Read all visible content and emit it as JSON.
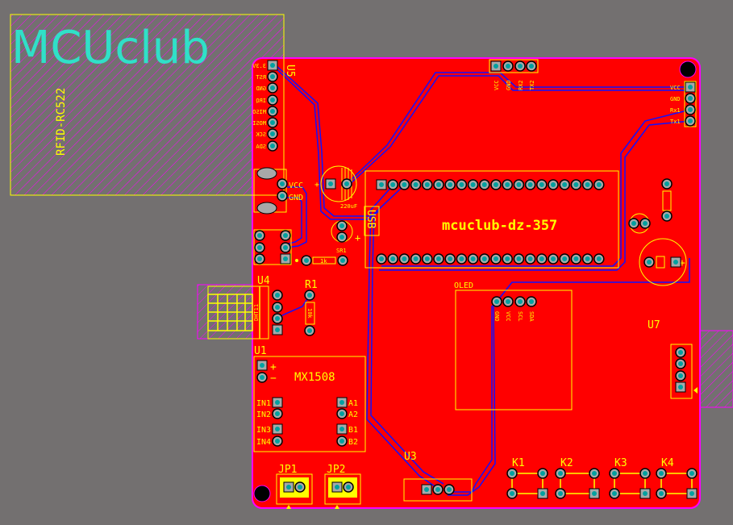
{
  "colors": {
    "board": "#ff0000",
    "silk": "#ffff00",
    "outline": "#ff00ff",
    "trace": "#1010ff",
    "pad": "#a8a8a8",
    "pad_center": "#00a0a0",
    "background": "#737070",
    "logo": "#30e0c8"
  },
  "logo": {
    "text": "MCUclub"
  },
  "rfid": {
    "label": "RFID-RC522"
  },
  "u5": {
    "designator": "U5",
    "pins": [
      "3.3V",
      "RST",
      "GND",
      "IRQ",
      "MISO",
      "MOSI",
      "SCK",
      "SDA"
    ],
    "vcc": "VCC",
    "gnd": "GND"
  },
  "cap": {
    "value": "220uF",
    "plus": "+"
  },
  "resistor_1k": {
    "value": "1k"
  },
  "small_part": {
    "label": "SR1"
  },
  "usb": {
    "label": "USB"
  },
  "mcu": {
    "label": "mcuclub-dz-357"
  },
  "top_connector": {
    "pins": [
      "VCC",
      "GND",
      "RX2",
      "TX2"
    ]
  },
  "right_connector": {
    "pins": [
      "VCC",
      "GND",
      "Rx1",
      "Tx1"
    ]
  },
  "u4": {
    "designator": "U4",
    "label": "DHT11"
  },
  "r1": {
    "designator": "R1",
    "value": "10k"
  },
  "u1": {
    "designator": "U1",
    "chip": "MX1508",
    "plus": "+",
    "minus": "−",
    "left_pins": [
      "IN1",
      "IN2",
      "IN3",
      "IN4"
    ],
    "right_pins": [
      "A1",
      "A2",
      "B1",
      "B2"
    ]
  },
  "oled": {
    "label": "OLED",
    "pins": [
      "GND",
      "VCC",
      "SCL",
      "SDA"
    ]
  },
  "u7": {
    "designator": "U7"
  },
  "u3": {
    "designator": "U3"
  },
  "jumpers": [
    "JP1",
    "JP2"
  ],
  "keys": [
    "K1",
    "K2",
    "K3",
    "K4"
  ]
}
